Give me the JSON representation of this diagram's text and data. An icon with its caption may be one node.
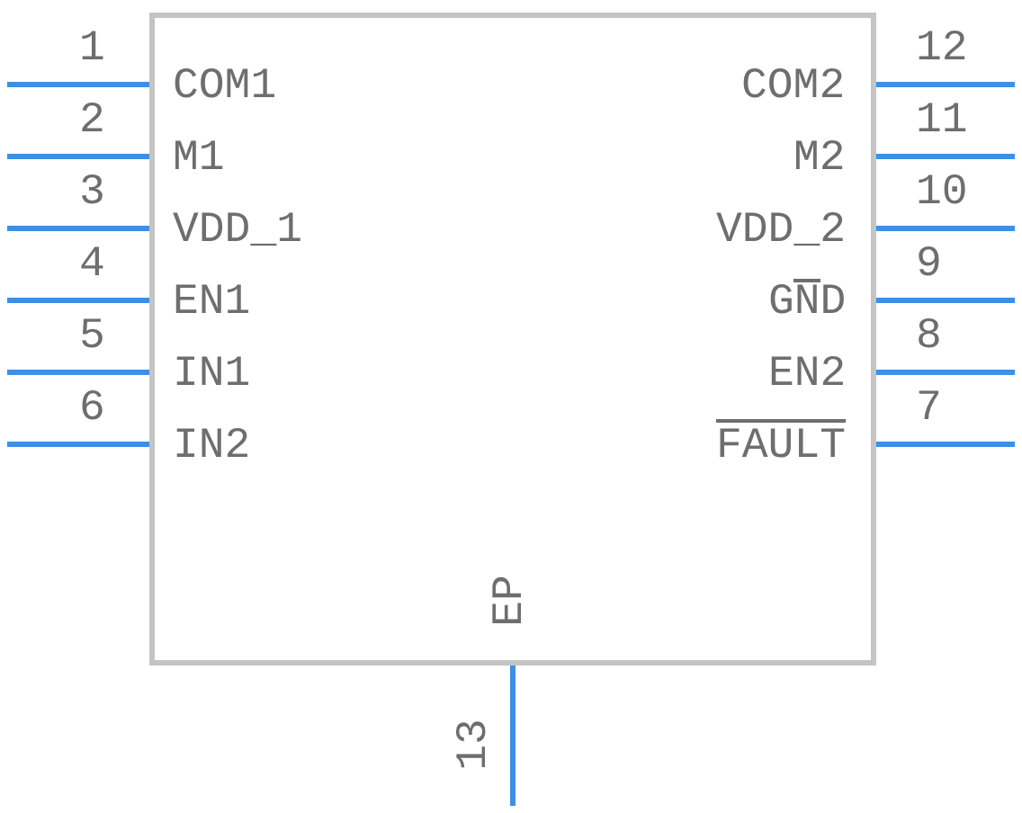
{
  "diagram": {
    "nodes": [
      {
        "text": [],
        "shape": "box"
      }
    ],
    "labels": [
      "1",
      "COM1",
      "COM2",
      "12",
      "2",
      "M1",
      "M2",
      "11",
      "3",
      "VDD_1",
      "VDD_2",
      "10",
      "4",
      "EN1",
      "GND",
      "9",
      "5",
      "IN1",
      "EN2",
      "8",
      "6",
      "IN2",
      "FAULT",
      "7",
      "EP",
      "13"
    ]
  }
}
